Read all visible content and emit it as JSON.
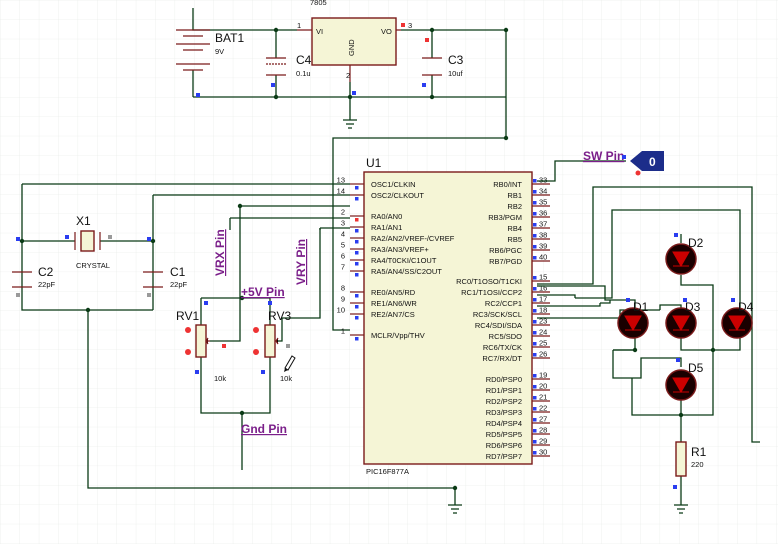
{
  "regulator": {
    "part": "7805",
    "vin_label": "VI",
    "vout_label": "VO",
    "gnd_label": "GND",
    "pin_in": "1",
    "pin_out": "3",
    "pin_gnd": "2"
  },
  "battery": {
    "ref": "BAT1",
    "value": "9V"
  },
  "capacitors": {
    "c4": {
      "ref": "C4",
      "value": "0.1u"
    },
    "c3": {
      "ref": "C3",
      "value": "10uf"
    },
    "c2": {
      "ref": "C2",
      "value": "22pF"
    },
    "c1": {
      "ref": "C1",
      "value": "22pF"
    }
  },
  "crystal": {
    "ref": "X1",
    "value": "CRYSTAL"
  },
  "mcu": {
    "ref": "U1",
    "part": "PIC16F877A",
    "left_pins": [
      {
        "num": "13",
        "name": "OSC1/CLKIN"
      },
      {
        "num": "14",
        "name": "OSC2/CLKOUT"
      },
      {
        "num": "2",
        "name": "RA0/AN0"
      },
      {
        "num": "3",
        "name": "RA1/AN1"
      },
      {
        "num": "4",
        "name": "RA2/AN2/VREF-/CVREF"
      },
      {
        "num": "5",
        "name": "RA3/AN3/VREF+"
      },
      {
        "num": "6",
        "name": "RA4/T0CKI/C1OUT"
      },
      {
        "num": "7",
        "name": "RA5/AN4/SS/C2OUT"
      },
      {
        "num": "8",
        "name": "RE0/AN5/RD"
      },
      {
        "num": "9",
        "name": "RE1/AN6/WR"
      },
      {
        "num": "10",
        "name": "RE2/AN7/CS"
      },
      {
        "num": "1",
        "name": "MCLR/Vpp/THV"
      }
    ],
    "right_pins": [
      {
        "num": "33",
        "name": "RB0/INT"
      },
      {
        "num": "34",
        "name": "RB1"
      },
      {
        "num": "35",
        "name": "RB2"
      },
      {
        "num": "36",
        "name": "RB3/PGM"
      },
      {
        "num": "37",
        "name": "RB4"
      },
      {
        "num": "38",
        "name": "RB5"
      },
      {
        "num": "39",
        "name": "RB6/PGC"
      },
      {
        "num": "40",
        "name": "RB7/PGD"
      },
      {
        "num": "15",
        "name": "RC0/T1OSO/T1CKI"
      },
      {
        "num": "16",
        "name": "RC1/T1OSI/CCP2"
      },
      {
        "num": "17",
        "name": "RC2/CCP1"
      },
      {
        "num": "18",
        "name": "RC3/SCK/SCL"
      },
      {
        "num": "23",
        "name": "RC4/SDI/SDA"
      },
      {
        "num": "24",
        "name": "RC5/SDO"
      },
      {
        "num": "25",
        "name": "RC6/TX/CK"
      },
      {
        "num": "26",
        "name": "RC7/RX/DT"
      },
      {
        "num": "19",
        "name": "RD0/PSP0"
      },
      {
        "num": "20",
        "name": "RD1/PSP1"
      },
      {
        "num": "21",
        "name": "RD2/PSP2"
      },
      {
        "num": "22",
        "name": "RD3/PSP3"
      },
      {
        "num": "27",
        "name": "RD4/PSP4"
      },
      {
        "num": "28",
        "name": "RD5/PSP5"
      },
      {
        "num": "29",
        "name": "RD6/PSP6"
      },
      {
        "num": "30",
        "name": "RD7/PSP7"
      }
    ]
  },
  "terminals": {
    "sw_pin": "SW Pin",
    "sw_state": "0",
    "vrx_pin": "VRX Pin",
    "vry_pin": "VRY Pin",
    "plus5v_pin": "+5V Pin",
    "gnd_pin": "Gnd Pin"
  },
  "pots": {
    "rv1": {
      "ref": "RV1",
      "value": "10k"
    },
    "rv3": {
      "ref": "RV3",
      "value": "10k"
    }
  },
  "leds": {
    "d1": "D1",
    "d2": "D2",
    "d3": "D3",
    "d4": "D4",
    "d5": "D5"
  },
  "resistor": {
    "ref": "R1",
    "value": "220"
  },
  "colors": {
    "wire": "#0b3b16",
    "component": "#7a1a1a",
    "component_fill": "#f5f5d6",
    "terminal_label": "#7b1f8a",
    "pin_marker_blue": "#2a3df0",
    "pin_marker_red": "#e33333",
    "led_fill": "#1a0000",
    "led_glow": "#cc0000",
    "sw_flag": "#1c2d8a"
  }
}
